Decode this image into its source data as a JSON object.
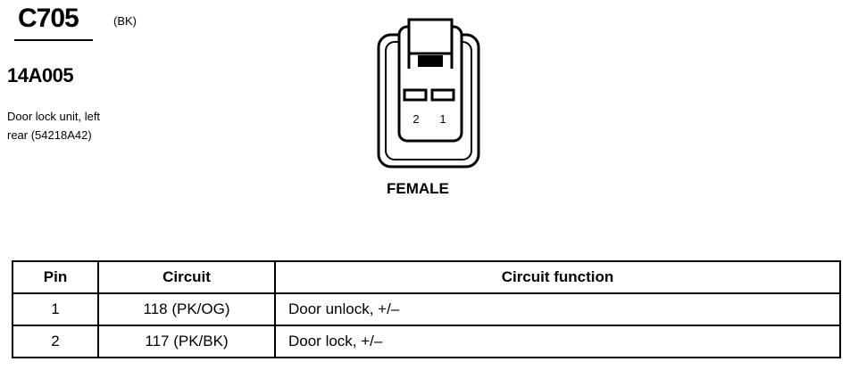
{
  "connector": {
    "id": "C705",
    "color": "(BK)",
    "part_number": "14A005",
    "description_line1": "Door lock unit, left",
    "description_line2": "rear (54218A42)",
    "gender": "FEMALE",
    "pin_labels": [
      "2",
      "1"
    ]
  },
  "table": {
    "headers": [
      "Pin",
      "Circuit",
      "Circuit function"
    ],
    "rows": [
      [
        "1",
        "118 (PK/OG)",
        "Door unlock, +/–"
      ],
      [
        "2",
        "117 (PK/BK)",
        "Door lock, +/–"
      ]
    ]
  }
}
